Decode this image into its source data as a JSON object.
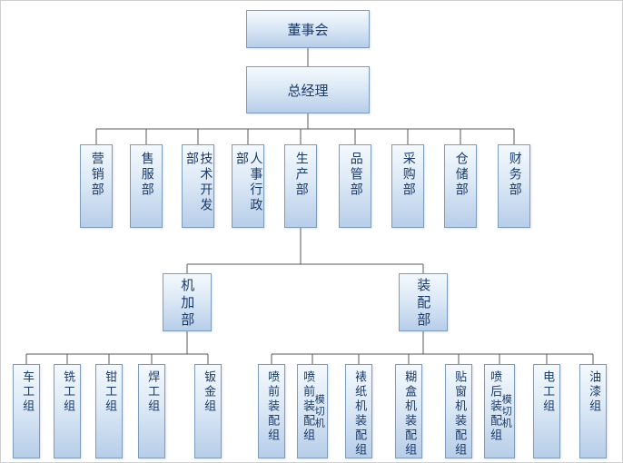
{
  "colors": {
    "box_border": "#7f9db9",
    "box_fill_top": "#f4f9fe",
    "box_fill_bottom": "#b7cde9",
    "text": "#1a3a6b",
    "connector_line": "#595959"
  },
  "org_chart": {
    "board": {
      "label": "董事会"
    },
    "general_manager": {
      "label": "总经理"
    },
    "departments": [
      {
        "label": "营销部"
      },
      {
        "label": "售服部"
      },
      {
        "label": "技术开发部"
      },
      {
        "label": "人事行政部"
      },
      {
        "label": "生产部"
      },
      {
        "label": "品管部"
      },
      {
        "label": "采购部"
      },
      {
        "label": "仓储部"
      },
      {
        "label": "财务部"
      }
    ],
    "production_divisions": [
      {
        "label": "机加部"
      },
      {
        "label": "装配部"
      }
    ],
    "machining_groups": [
      {
        "label": "车工组"
      },
      {
        "label": "铣工组"
      },
      {
        "label": "钳工组"
      },
      {
        "label": "焊工组"
      },
      {
        "label": "钣金组"
      }
    ],
    "assembly_groups": [
      {
        "label": "喷前装配组",
        "sublabel": ""
      },
      {
        "label": "喷前装配组",
        "sublabel": "模切机"
      },
      {
        "label": "裱纸机装配组",
        "sublabel": ""
      },
      {
        "label": "糊盒机装配组",
        "sublabel": ""
      },
      {
        "label": "贴窗机装配组",
        "sublabel": ""
      },
      {
        "label": "喷后装配组",
        "sublabel": "模切机"
      },
      {
        "label": "电工组",
        "sublabel": ""
      },
      {
        "label": "油漆组",
        "sublabel": ""
      }
    ]
  }
}
